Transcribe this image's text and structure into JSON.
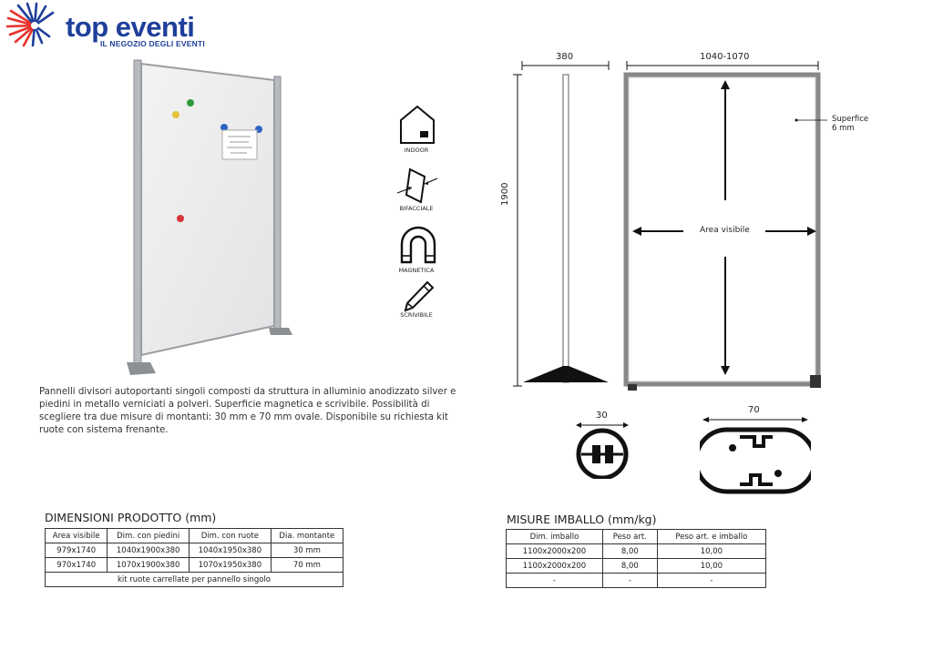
{
  "brand": {
    "name": "top eventi",
    "tagline": "IL NEGOZIO DEGLI EVENTI",
    "primary_color": "#1e3f9a",
    "accent_color": "#e8322b"
  },
  "icons": [
    {
      "name": "house-icon",
      "label": "INDOOR"
    },
    {
      "name": "double-sided-icon",
      "label": "BIFACCIALE"
    },
    {
      "name": "magnet-icon",
      "label": "MAGNETICA"
    },
    {
      "name": "pencil-icon",
      "label": "SCRIVIBILE"
    }
  ],
  "drawing": {
    "depth": "380",
    "width": "1040-1070",
    "height": "1900",
    "surface_label": "Superfice",
    "surface_value": "6 mm",
    "visible_area": "Area visibile",
    "profile_small": "30",
    "profile_large": "70"
  },
  "description": "Pannelli divisori autoportanti singoli composti da struttura in alluminio anodizzato silver e piedini in metallo verniciati a polveri. Superficie magnetica e scrivibile. Possibilità di scegliere tra due misure di montanti: 30 mm e 70 mm ovale. Disponibile su richiesta kit ruote con sistema frenante.",
  "product_table": {
    "title": "DIMENSIONI PRODOTTO (mm)",
    "headers": [
      "Area visibile",
      "Dim. con piedini",
      "Dim. con ruote",
      "Dia. montante"
    ],
    "rows": [
      [
        "979x1740",
        "1040x1900x380",
        "1040x1950x380",
        "30 mm"
      ],
      [
        "970x1740",
        "1070x1900x380",
        "1070x1950x380",
        "70 mm"
      ]
    ],
    "footer": "kit ruote carrellate per pannello singolo"
  },
  "packaging_table": {
    "title": "MISURE IMBALLO (mm/kg)",
    "headers": [
      "Dim. imballo",
      "Peso art.",
      "Peso art. e imballo"
    ],
    "rows": [
      [
        "1100x2000x200",
        "8,00",
        "10,00"
      ],
      [
        "1100x2000x200",
        "8,00",
        "10,00"
      ],
      [
        "-",
        "-",
        "-"
      ]
    ]
  }
}
